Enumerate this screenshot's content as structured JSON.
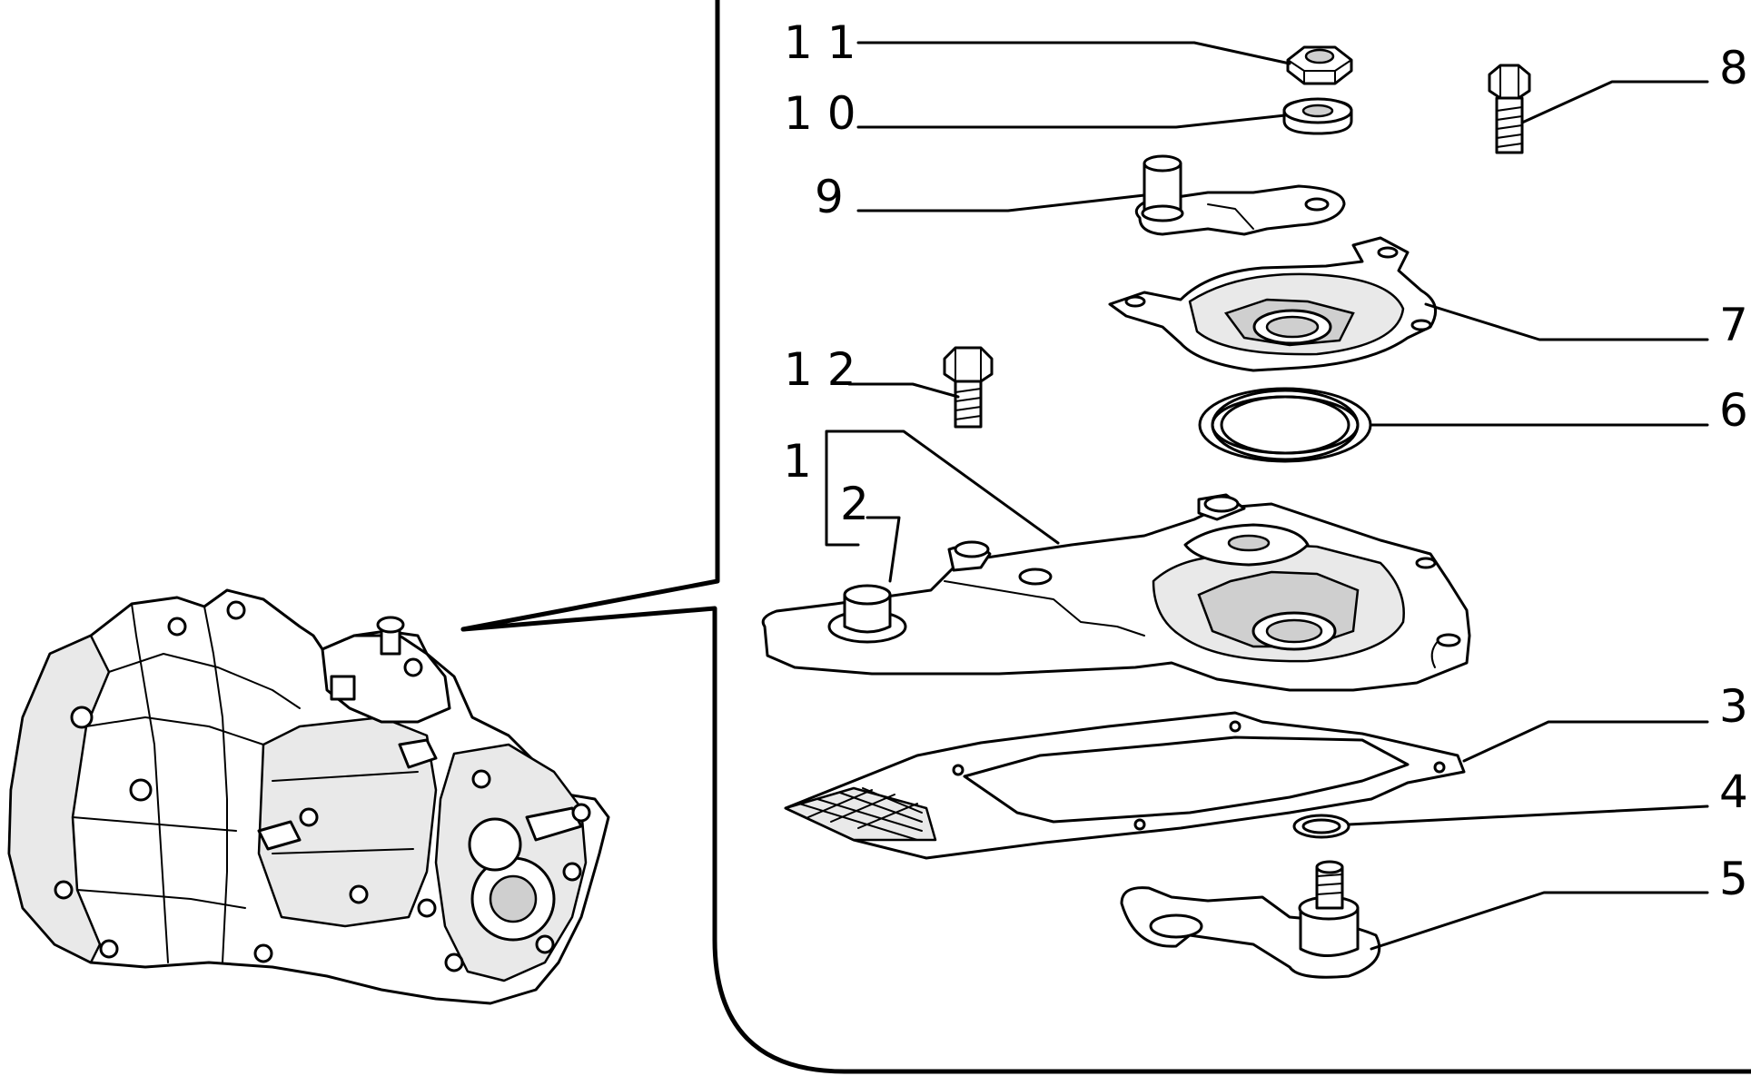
{
  "diagram": {
    "callouts": [
      {
        "id": "11",
        "text": "1 1"
      },
      {
        "id": "10",
        "text": "1 0"
      },
      {
        "id": "9",
        "text": "9"
      },
      {
        "id": "8",
        "text": "8"
      },
      {
        "id": "7",
        "text": "7"
      },
      {
        "id": "12",
        "text": "1 2"
      },
      {
        "id": "6",
        "text": "6"
      },
      {
        "id": "1",
        "text": "1"
      },
      {
        "id": "2",
        "text": "2"
      },
      {
        "id": "3",
        "text": "3"
      },
      {
        "id": "4",
        "text": "4"
      },
      {
        "id": "5",
        "text": "5"
      }
    ]
  }
}
